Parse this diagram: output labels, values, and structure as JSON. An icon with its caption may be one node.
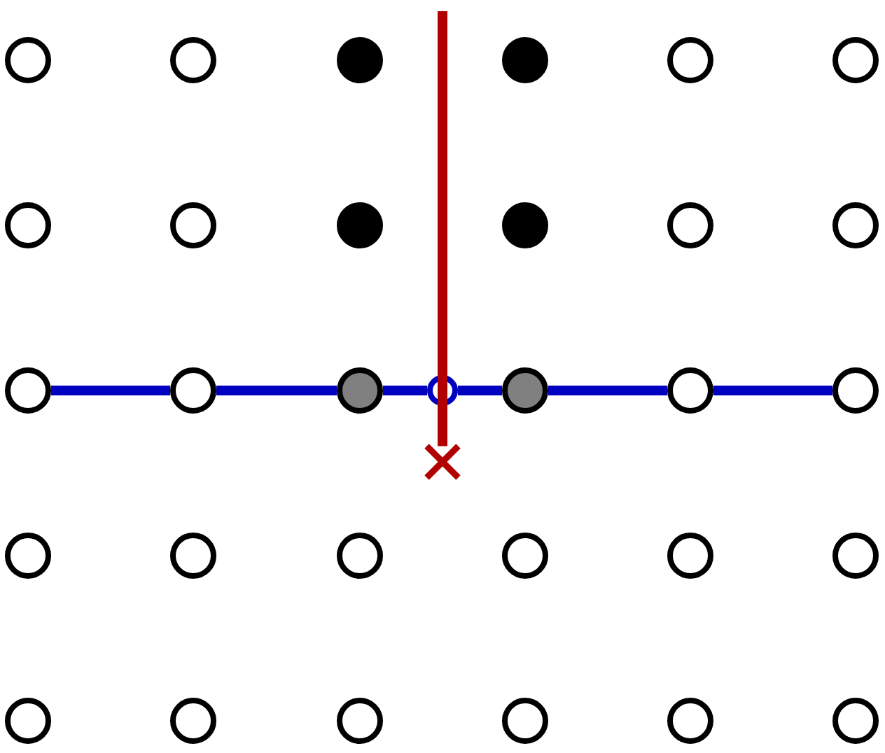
{
  "diagram": {
    "nodes": [
      {
        "text": [],
        "shape": "circle"
      },
      {
        "text": [],
        "shape": "circle"
      },
      {
        "text": [],
        "shape": "filled-circle"
      },
      {
        "text": [],
        "shape": "filled-circle"
      },
      {
        "text": [],
        "shape": "circle"
      },
      {
        "text": [],
        "shape": "circle"
      },
      {
        "text": [],
        "shape": "circle"
      },
      {
        "text": [],
        "shape": "circle"
      },
      {
        "text": [],
        "shape": "filled-circle"
      },
      {
        "text": [],
        "shape": "filled-circle"
      },
      {
        "text": [],
        "shape": "circle"
      },
      {
        "text": [],
        "shape": "circle"
      },
      {
        "text": [],
        "shape": "circle"
      },
      {
        "text": [],
        "shape": "circle"
      },
      {
        "text": [],
        "shape": "shaded-circle"
      },
      {
        "text": [],
        "shape": "shaded-circle"
      },
      {
        "text": [],
        "shape": "circle"
      },
      {
        "text": [],
        "shape": "circle"
      },
      {
        "text": [],
        "shape": "circle"
      },
      {
        "text": [],
        "shape": "circle"
      },
      {
        "text": [],
        "shape": "circle"
      },
      {
        "text": [],
        "shape": "circle"
      },
      {
        "text": [],
        "shape": "circle"
      },
      {
        "text": [],
        "shape": "circle"
      },
      {
        "text": [],
        "shape": "circle"
      },
      {
        "text": [],
        "shape": "circle"
      },
      {
        "text": [],
        "shape": "circle"
      },
      {
        "text": [],
        "shape": "circle"
      },
      {
        "text": [],
        "shape": "circle"
      },
      {
        "text": [],
        "shape": "circle"
      },
      {
        "text": [],
        "shape": "small-circle"
      },
      {
        "text": [],
        "shape": "cross"
      }
    ],
    "edges": [
      {
        "from": 12,
        "to": 13,
        "arrow": "none",
        "color": "#0000c0"
      },
      {
        "from": 13,
        "to": 14,
        "arrow": "none",
        "color": "#0000c0"
      },
      {
        "from": 14,
        "to": 30,
        "arrow": "none",
        "color": "#0000c0"
      },
      {
        "from": 30,
        "to": 15,
        "arrow": "none",
        "color": "#0000c0"
      },
      {
        "from": 15,
        "to": 16,
        "arrow": "none",
        "color": "#0000c0"
      },
      {
        "from": 16,
        "to": 17,
        "arrow": "none",
        "color": "#0000c0"
      },
      {
        "from": null,
        "to": 31,
        "arrow": "none",
        "color": "#b00000"
      }
    ]
  }
}
